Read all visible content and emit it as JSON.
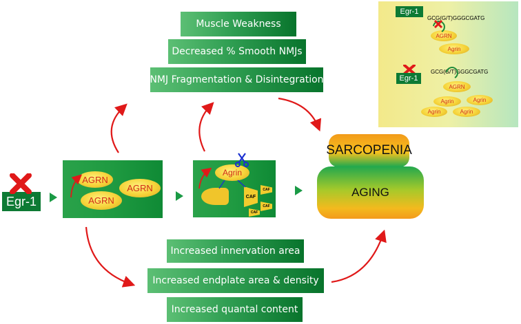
{
  "effects_top": {
    "muscle_weakness": "Muscle Weakness",
    "smooth_nmjs": "Decreased % Smooth NMJs",
    "fragmentation": "NMJ Fragmentation & Disintegration"
  },
  "effects_bottom": {
    "innervation": "Increased innervation area",
    "endplate": "Increased endplate area & density",
    "quantal": "Increased quantal content"
  },
  "left": {
    "egr_label": "Egr-1",
    "agrn_1": "AGRN",
    "agrn_2": "AGRN",
    "agrn_3": "AGRN"
  },
  "middle": {
    "agrin_label": "Agrin",
    "caf_1": "CAF",
    "caf_2": "CAF",
    "caf_3": "CAF",
    "caf_4": "CAF"
  },
  "outcome": {
    "sarcopenia": "SARCOPENIA",
    "aging": "AGING"
  },
  "inset": {
    "egr_top": "Egr-1",
    "seq_top": "GCG(G/T)GGGCGATG",
    "agrn_top": "AGRN",
    "agrin_top": "Agrin",
    "egr_bottom": "Egr-1",
    "seq_bottom": "GCG(G/T)GGGCGATG",
    "agrn_bottom": "AGRN",
    "agrin_b1": "Agrin",
    "agrin_b2": "Agrin",
    "agrin_b3": "Agrin",
    "agrin_b4": "Agrin"
  },
  "colors": {
    "green_dark": "#08742c",
    "green_light": "#5cbf74",
    "arrow_red": "#e01919",
    "yellow": "#f5d238",
    "orange": "#f39a1b"
  },
  "icons": [
    "red-x-icon",
    "red-curved-arrow-icon",
    "scissors-icon",
    "green-play-arrow-icon",
    "green-circular-arrow-icon"
  ]
}
